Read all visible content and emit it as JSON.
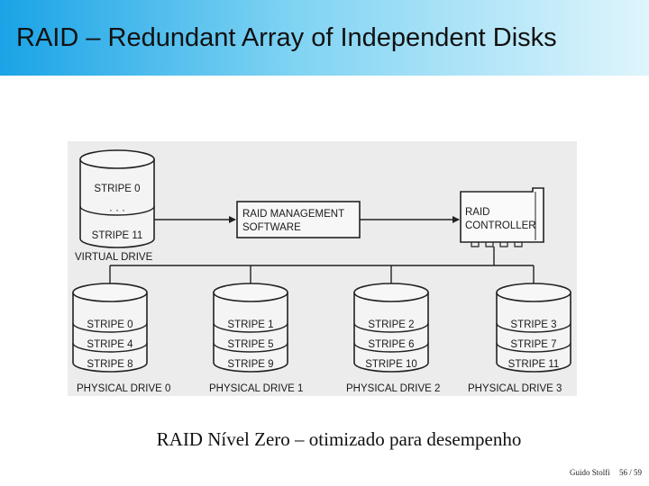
{
  "header": {
    "title": "RAID – Redundant Array of Independent Disks"
  },
  "diagram": {
    "virtual_drive": {
      "top_stripe": "STRIPE 0",
      "ellipsis": "· · ·",
      "bottom_stripe": "STRIPE 11",
      "label": "VIRTUAL DRIVE"
    },
    "software": {
      "line1": "RAID MANAGEMENT",
      "line2": "SOFTWARE"
    },
    "controller": {
      "line1": "RAID",
      "line2": "CONTROLLER"
    },
    "drives": [
      {
        "label": "PHYSICAL DRIVE 0",
        "stripes": [
          "STRIPE 0",
          "STRIPE 4",
          "STRIPE 8"
        ]
      },
      {
        "label": "PHYSICAL DRIVE 1",
        "stripes": [
          "STRIPE 1",
          "STRIPE 5",
          "STRIPE 9"
        ]
      },
      {
        "label": "PHYSICAL DRIVE 2",
        "stripes": [
          "STRIPE 2",
          "STRIPE 6",
          "STRIPE 10"
        ]
      },
      {
        "label": "PHYSICAL DRIVE 3",
        "stripes": [
          "STRIPE 3",
          "STRIPE 7",
          "STRIPE 11"
        ]
      }
    ]
  },
  "caption": "RAID Nível Zero – otimizado para desempenho",
  "footer": {
    "author": "Guido Stolfi",
    "page": "56 / 59"
  }
}
